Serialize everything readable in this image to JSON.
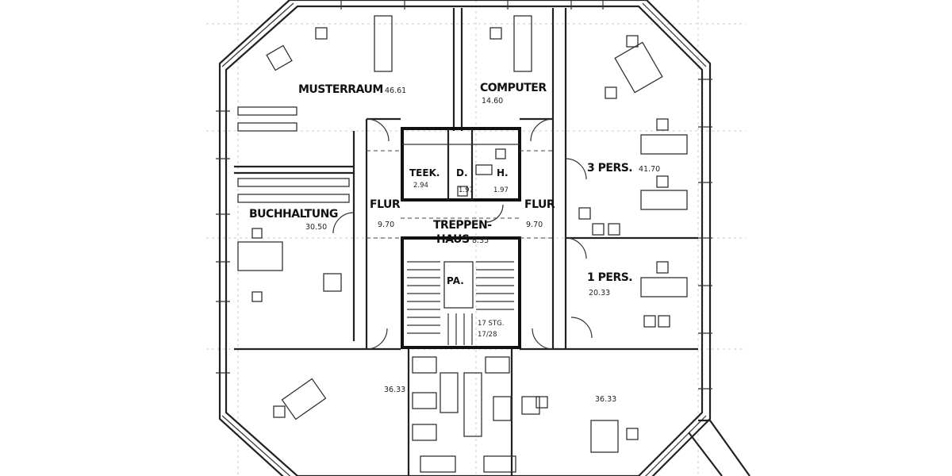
{
  "plan": {
    "rooms": {
      "musterraum": {
        "name": "MUSTERRAUM",
        "area": "46.61"
      },
      "computer": {
        "name": "COMPUTER",
        "area": "14.60"
      },
      "teek": {
        "name": "TEEK.",
        "area": "2.94"
      },
      "d": {
        "name": "D.",
        "area": "1.97"
      },
      "h": {
        "name": "H.",
        "area": "1.97"
      },
      "flur_left": {
        "name": "FLUR",
        "area": "9.70"
      },
      "flur_right": {
        "name": "FLUR",
        "area": "9.70"
      },
      "treppenhaus": {
        "name_line1": "TREPPEN-",
        "name_line2": "HAUS",
        "area": "8.35"
      },
      "three_pers": {
        "name": "3 PERS.",
        "area": "41.70"
      },
      "one_pers": {
        "name": "1 PERS.",
        "area": "20.33"
      },
      "buchhaltung": {
        "name": "BUCHHALTUNG",
        "area": "30.50"
      },
      "bottom_left": {
        "area": "36.33"
      },
      "bottom_right": {
        "area": "36.33"
      }
    },
    "labels": {
      "pa": "PA.",
      "stairs_line1": "17 STG.",
      "stairs_line2": "17/28"
    }
  }
}
